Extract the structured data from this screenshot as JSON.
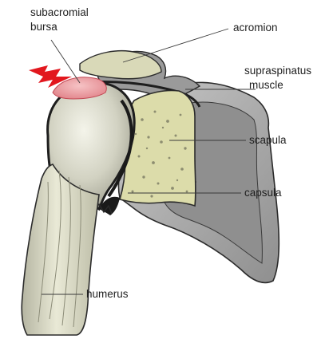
{
  "labels": {
    "subacromial_bursa_line1": "subacromial",
    "subacromial_bursa_line2": "bursa",
    "acromion": "acromion",
    "supraspinatus_line1": "supraspinatus",
    "supraspinatus_line2": "muscle",
    "scapula": "scapula",
    "capsula": "capsula",
    "humerus": "humerus"
  },
  "icons": {
    "pain": "lightning-bolt"
  },
  "colors": {
    "bone_fill": "#dcdcaa",
    "bone_outline": "#2b2b2b",
    "humeral_head": "#d6d6c8",
    "bursa": "#ec9a9f",
    "pain_bolt": "#e2171e",
    "muscle": "#8e8e8e",
    "background": "#ffffff"
  }
}
